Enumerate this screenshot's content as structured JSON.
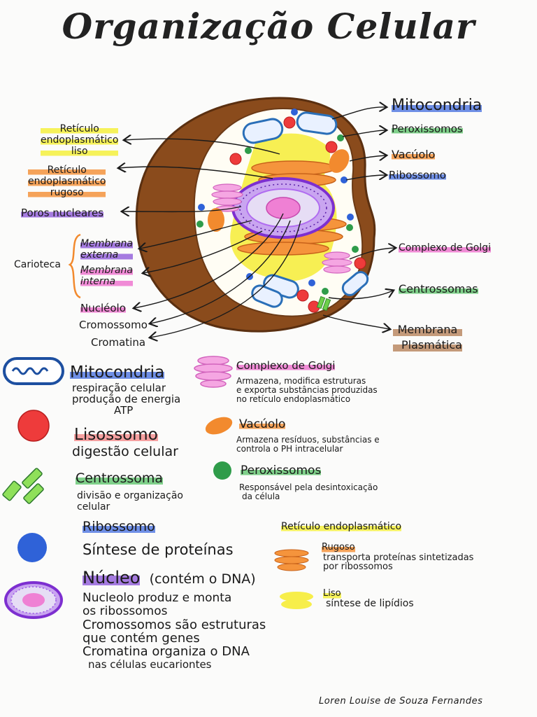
{
  "title": "Organização Celular",
  "labels_left": {
    "re_liso": [
      "Retículo",
      "endoplasmático",
      "liso"
    ],
    "re_rugoso": [
      "Retículo",
      "endoplasmático",
      "rugoso"
    ],
    "poros": "Poros nucleares",
    "carioteca": "Carioteca",
    "membrana_externa": [
      "Membrana",
      "externa"
    ],
    "membrana_interna": [
      "Membrana",
      "interna"
    ],
    "nucleolo": "Nucléolo",
    "cromossomo": "Cromossomo",
    "cromatina": "Cromatina"
  },
  "labels_right": {
    "mitocondria": "Mitocondria",
    "peroxissomos": "Peroxissomos",
    "vacuolo": "Vacúolo",
    "ribossomo": "Ribossomo",
    "golgi": "Complexo de Golgi",
    "centrossomas": "Centrossomas",
    "membrana_plasmatica": [
      "Membrana",
      "Plasmática"
    ]
  },
  "legend": {
    "mitocondria": {
      "name": "Mitocondria",
      "desc": [
        "respiração celular",
        "produção de energia",
        "ATP"
      ]
    },
    "lisossomo": {
      "name": "Lisossomo",
      "desc": [
        "digestão celular"
      ]
    },
    "centrossoma": {
      "name": "Centrossoma",
      "desc": [
        "divisão e organização",
        "celular"
      ]
    },
    "ribossomo": {
      "name": "Ribossomo",
      "desc": [
        "Síntese de proteínas"
      ]
    },
    "nucleo": {
      "name": "Núcleo",
      "note": "(contém o DNA)",
      "desc": [
        "Nucleolo produz e monta",
        "os ribossomos",
        "Cromossomos são estruturas",
        "que contém genes",
        "Cromatina organiza o DNA",
        "nas células eucariontes"
      ]
    },
    "golgi": {
      "name": "Complexo de Golgi",
      "desc": [
        "Armazena, modifica estruturas",
        "e exporta substâncias produzidas",
        "no retículo endoplasmático"
      ]
    },
    "vacuolo": {
      "name": "Vacúolo",
      "desc": [
        "Armazena resíduos, substâncias e",
        "controla o PH intracelular"
      ]
    },
    "peroxissomos": {
      "name": "Peroxissomos",
      "desc": [
        "Responsável pela desintoxicação",
        "da célula"
      ]
    },
    "reticulo": {
      "name": "Retículo endoplasmático"
    },
    "rugoso": {
      "name": "Rugoso",
      "desc": [
        "transporta proteínas sintetizadas",
        "por ribossomos"
      ]
    },
    "liso": {
      "name": "Liso",
      "desc": [
        "síntese de lipídios"
      ]
    }
  },
  "author": "Loren Louise de Souza Fernandes",
  "colors": {
    "membrane": "#8a4b1c",
    "cytoplasm": "#fffdf4",
    "mito": "#2a6fb8",
    "red": "#ee3b3b",
    "blue": "#2f62d8",
    "green": "#2f9c4a",
    "orange": "#f28a2e",
    "yellow": "#f7ee4a",
    "pink": "#f08bd6",
    "purple": "#8d3fd6",
    "navy": "#1d2a8c"
  }
}
